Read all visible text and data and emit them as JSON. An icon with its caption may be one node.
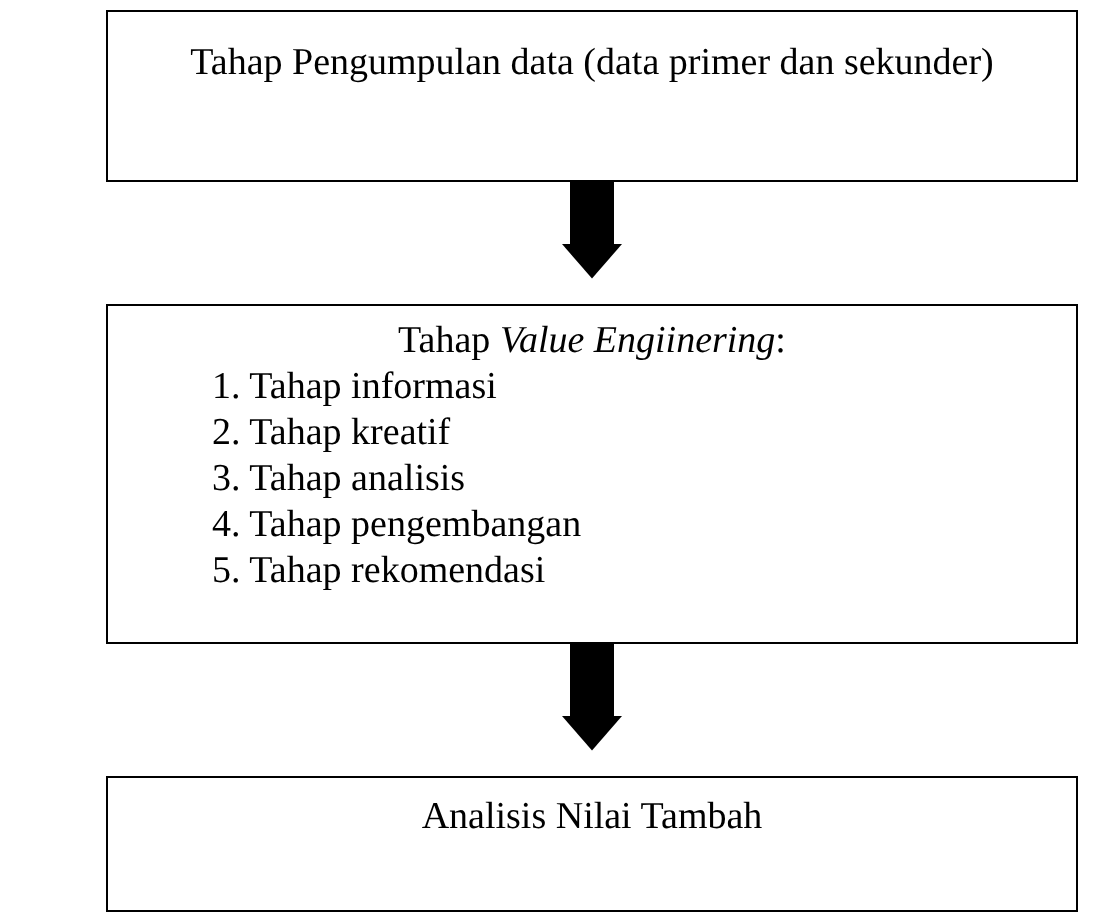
{
  "diagram": {
    "nodes": [
      {
        "text": [
          "Tahap Pengumpulan data (data primer dan sekunder)"
        ]
      },
      {
        "text": [
          "Tahap *Value Engiinering*:",
          "1. Tahap informasi",
          "2. Tahap kreatif",
          "3. Tahap analisis",
          "4. Tahap pengembangan",
          "5. Tahap rekomendasi"
        ]
      },
      {
        "text": [
          "Analisis Nilai Tambah"
        ]
      }
    ],
    "edges": [
      {
        "from": 0,
        "to": 1,
        "arrow": "to"
      },
      {
        "from": 1,
        "to": 2,
        "arrow": "to"
      }
    ]
  }
}
